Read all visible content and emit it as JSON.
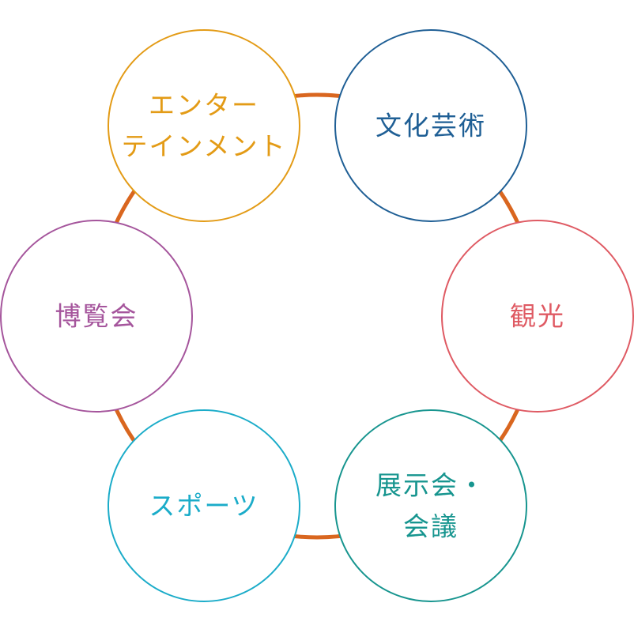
{
  "diagram": {
    "ring_color": "#d9661f",
    "nodes": [
      {
        "id": "entertainment",
        "lines": [
          "エンター",
          "テインメント"
        ],
        "color": "#e39b16"
      },
      {
        "id": "culture-arts",
        "lines": [
          "文化芸術"
        ],
        "color": "#1f5f95"
      },
      {
        "id": "tourism",
        "lines": [
          "観光"
        ],
        "color": "#df5a63"
      },
      {
        "id": "exhibitions",
        "lines": [
          "展示会・",
          "会議"
        ],
        "color": "#17958f"
      },
      {
        "id": "sports",
        "lines": [
          "スポーツ"
        ],
        "color": "#1bacc9"
      },
      {
        "id": "expo",
        "lines": [
          "博覧会"
        ],
        "color": "#a5559c"
      }
    ]
  }
}
